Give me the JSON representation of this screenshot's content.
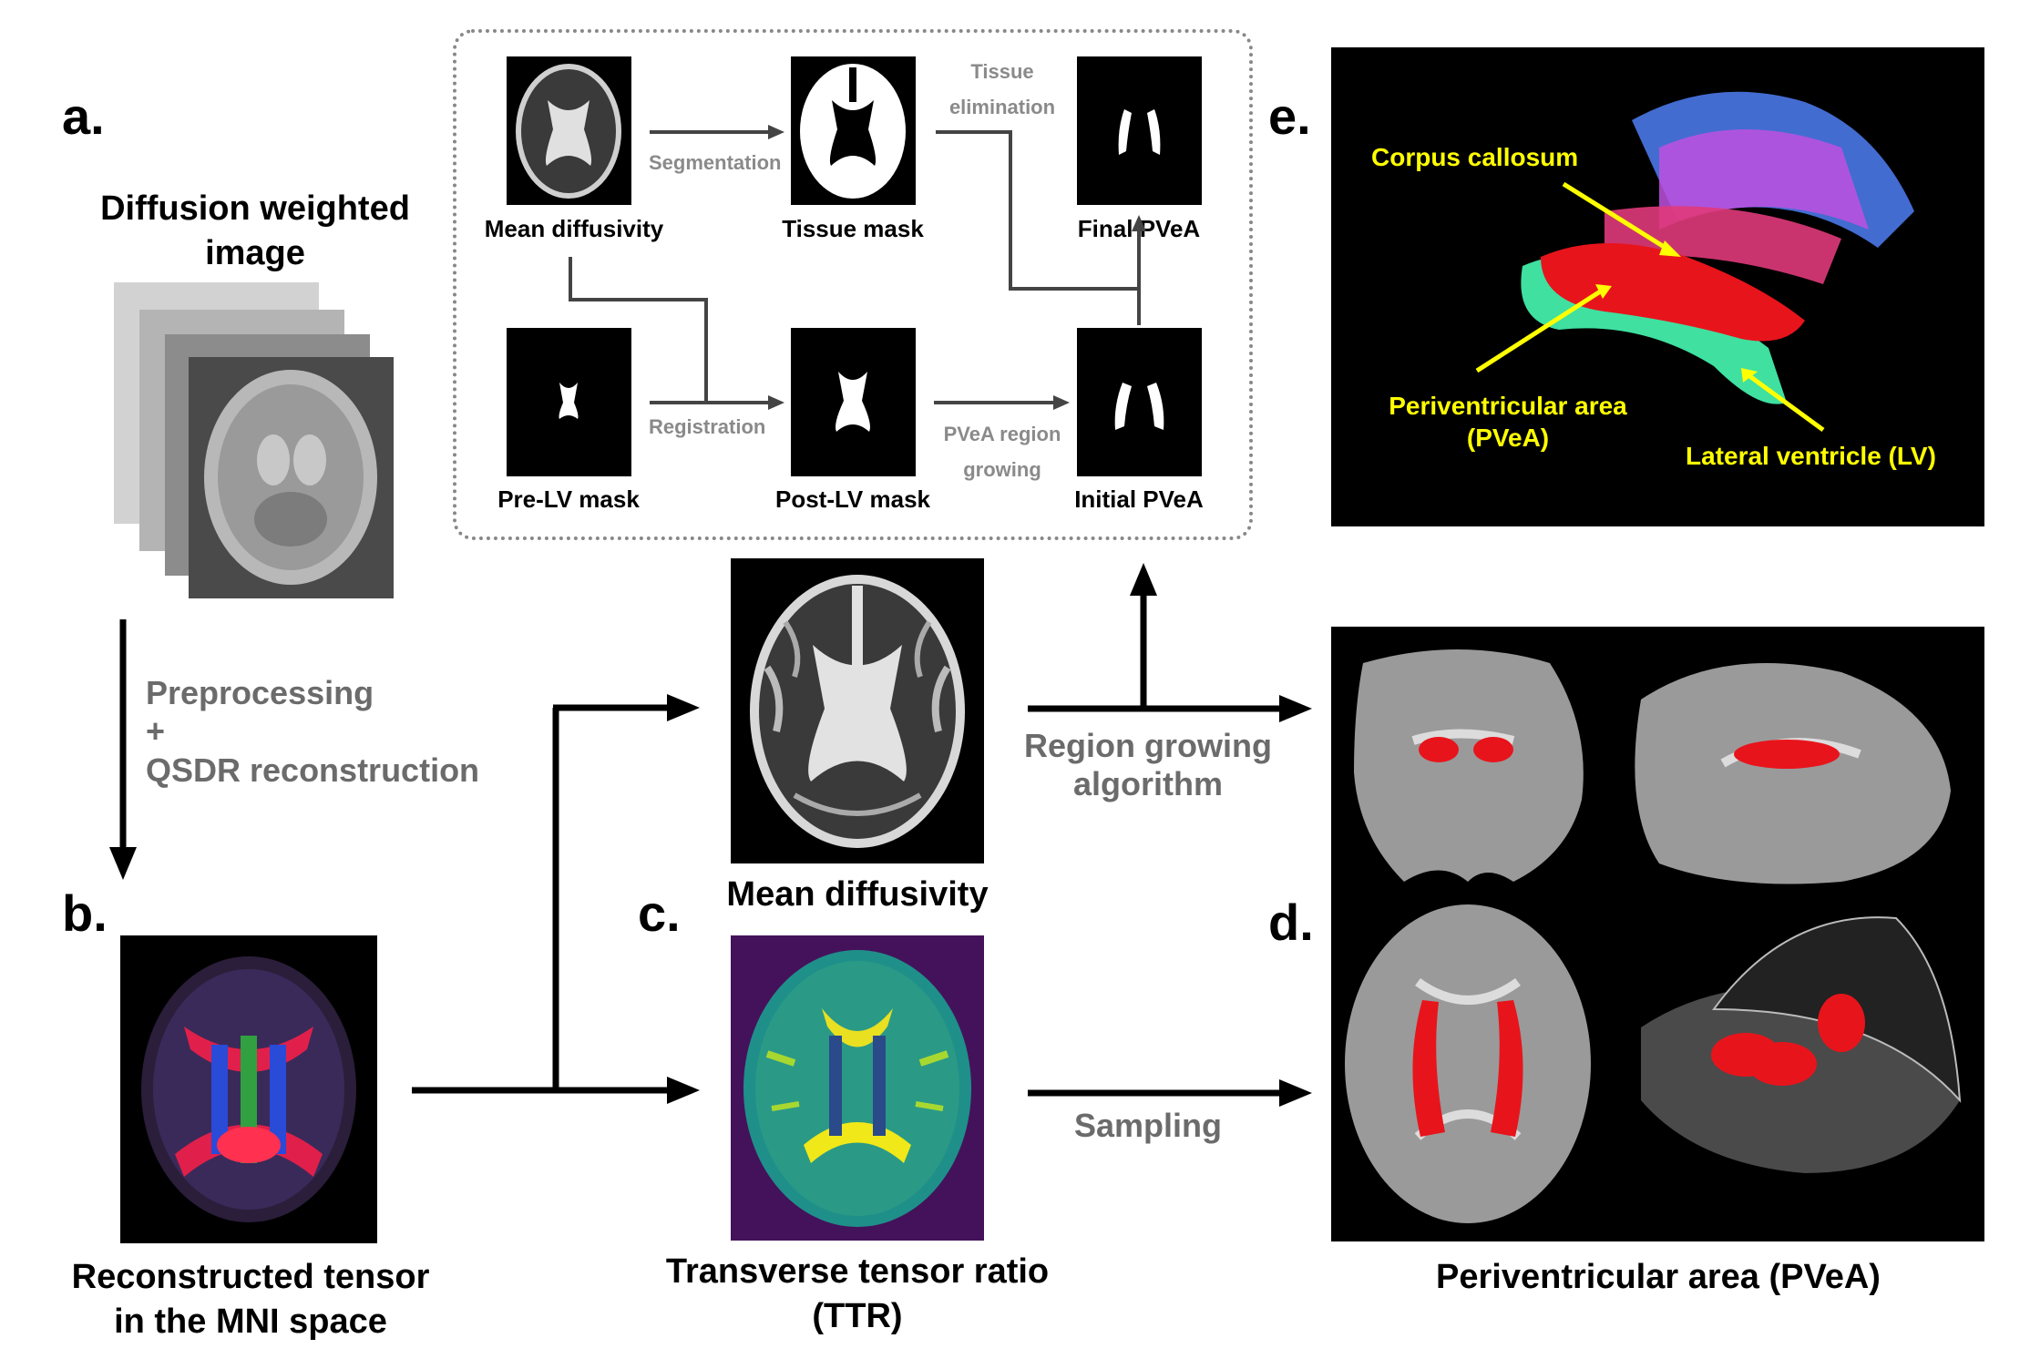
{
  "panel_labels": {
    "a": "a.",
    "b": "b.",
    "c": "c.",
    "d": "d.",
    "e": "e."
  },
  "dwi": {
    "line1": "Diffusion weighted",
    "line2": "image"
  },
  "preprocessing": {
    "line1": "Preprocessing",
    "line2": "+",
    "line3": "QSDR reconstruction"
  },
  "tensor": {
    "line1": "Reconstructed tensor",
    "line2": "in the MNI space"
  },
  "md_caption": "Mean diffusivity",
  "ttr": {
    "line1": "Transverse tensor ratio",
    "line2": "(TTR)"
  },
  "region_growing": {
    "line1": "Region growing",
    "line2": "algorithm"
  },
  "sampling": "Sampling",
  "pvea_caption": "Periventricular area (PVeA)",
  "inset": {
    "mean_diffusivity": "Mean diffusivity",
    "tissue_mask": "Tissue mask",
    "final_pvea": "Final PVeA",
    "pre_lv_mask": "Pre-LV mask",
    "post_lv_mask": "Post-LV mask",
    "initial_pvea": "Initial PVeA",
    "segmentation": "Segmentation",
    "registration": "Registration",
    "tissue_elim_1": "Tissue",
    "tissue_elim_2": "elimination",
    "pvea_growing_1": "PVeA region",
    "pvea_growing_2": "growing"
  },
  "panel_e": {
    "corpus_callosum": "Corpus callosum",
    "pvea_1": "Periventricular area",
    "pvea_2": "(PVeA)",
    "lv": "Lateral ventricle (LV)"
  },
  "colors": {
    "annotation_yellow": "#ffff00",
    "pvea_red": "#e8141b",
    "ventricle_green": "#3fe0a0",
    "arrow_black": "#000000",
    "gray_text": "#6b6b6b"
  }
}
